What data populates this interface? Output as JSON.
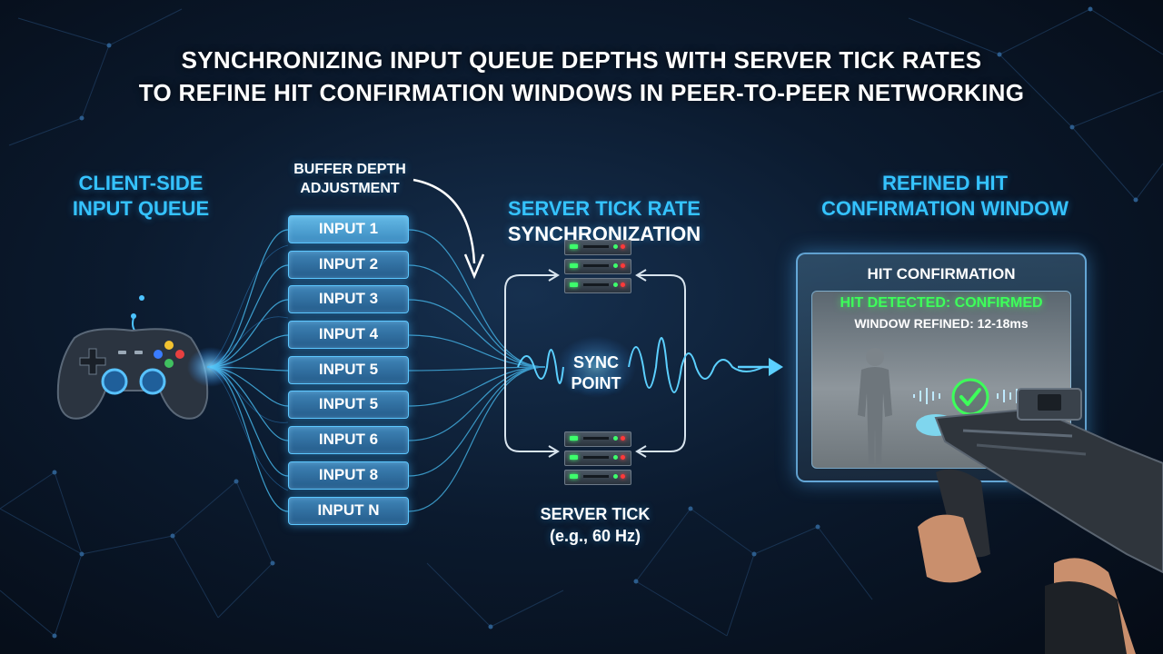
{
  "title": {
    "line1": "SYNCHRONIZING INPUT QUEUE DEPTHS WITH SERVER TICK RATES",
    "line2": "TO REFINE HIT CONFIRMATION WINDOWS IN PEER-TO-PEER NETWORKING"
  },
  "client_queue": {
    "line1": "CLIENT-SIDE",
    "line2": "INPUT QUEUE",
    "icon": "gamepad-icon"
  },
  "buffer_depth": {
    "line1": "BUFFER DEPTH",
    "line2": "ADJUSTMENT"
  },
  "queue": {
    "items": [
      "INPUT 1",
      "INPUT 2",
      "INPUT 3",
      "INPUT 4",
      "INPUT 5",
      "INPUT 5",
      "INPUT 6",
      "INPUT 8",
      "INPUT N"
    ]
  },
  "server_sync": {
    "line1": "SERVER TICK RATE",
    "line2": "SYNCHRONIZATION"
  },
  "sync_point": {
    "line1": "SYNC",
    "line2": "POINT"
  },
  "server_tick": {
    "line1": "SERVER TICK",
    "line2": "(e.g., 60 Hz)"
  },
  "refined": {
    "line1": "REFINED HIT",
    "line2": "CONFIRMATION WINDOW"
  },
  "hit_panel": {
    "title": "HIT CONFIRMATION",
    "status": "HIT DETECTED: CONFIRMED",
    "window": "WINDOW REFINED: 12-18ms",
    "check_icon": "checkmark-icon"
  },
  "colors": {
    "accent": "#35c3ff",
    "confirmed": "#3dff5a",
    "queue_border": "#5cc7ff"
  }
}
